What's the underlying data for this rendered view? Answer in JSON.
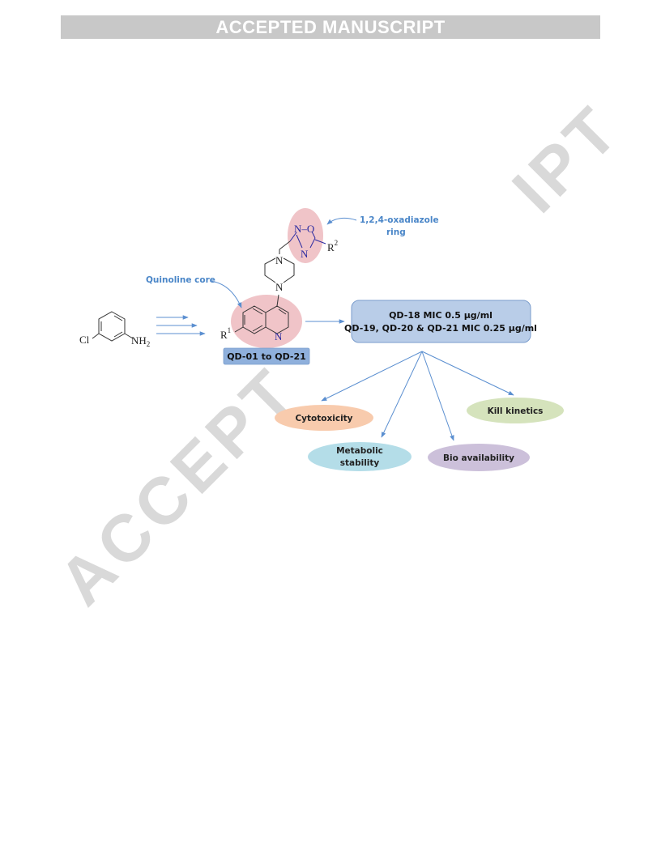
{
  "header": {
    "banner": "ACCEPTED MANUSCRIPT"
  },
  "watermark": {
    "left_text": "ACCEPT",
    "right_text": "IPT"
  },
  "reactant": {
    "cl": "Cl",
    "nh2": "NH",
    "nh2_sub": "2"
  },
  "structure": {
    "n_top": "N",
    "n_bottom": "N",
    "n_ring": "N",
    "oxadiazole_n_o": "N–O",
    "oxadiazole_n": "N",
    "r1": "R",
    "r1_sup": "1",
    "r2": "R",
    "r2_sup": "2"
  },
  "labels": {
    "oxadiazole_line1": "1,2,4-oxadiazole",
    "oxadiazole_line2": "ring",
    "quinoline": "Quinoline core",
    "series": "QD-01 to QD-21"
  },
  "result_box": {
    "line1": "QD-18 MIC 0.5 µg/ml",
    "line2": "QD-19, QD-20 & QD-21 MIC 0.25  µg/ml"
  },
  "outcomes": [
    {
      "id": "cytotoxicity",
      "lines": [
        "Cytotoxicity"
      ],
      "color": "#f8cbad"
    },
    {
      "id": "metabolic",
      "lines": [
        "Metabolic",
        "stability"
      ],
      "color": "#b4dde8"
    },
    {
      "id": "bio",
      "lines": [
        "Bio availability"
      ],
      "color": "#ccc0da"
    },
    {
      "id": "kill",
      "lines": [
        "Kill kinetics"
      ],
      "color": "#d5e3bc"
    }
  ],
  "colors": {
    "arrow": "#5b8fd0",
    "result_box_fill": "#b9cde8",
    "series_box_fill": "#8fb0dc",
    "highlight_pink": "#f0c4c8",
    "label_blue": "#4a86c8"
  }
}
